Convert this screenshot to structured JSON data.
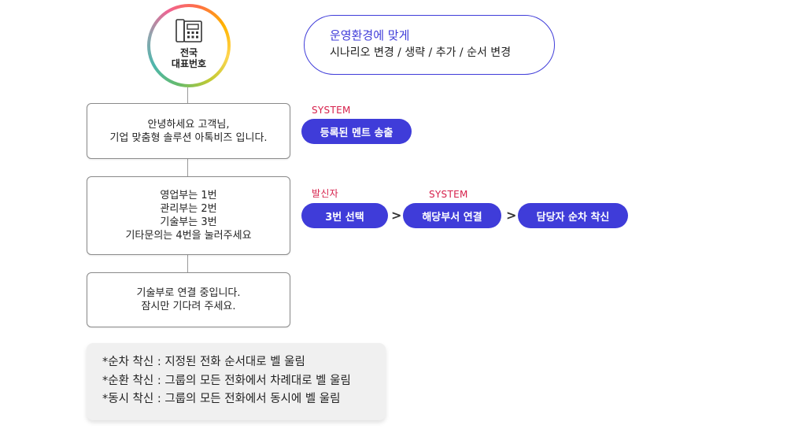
{
  "origin": {
    "label_line1": "전국",
    "label_line2": "대표번호",
    "icon": "phone-icon"
  },
  "note": {
    "line1": "운영환경에 맞게",
    "line2": "시나리오 변경 / 생략 / 추가 / 순서 변경"
  },
  "steps": [
    {
      "line1": "안녕하세요 고객님,",
      "line2": "기업 맞춤형 솔루션 아톡비즈 입니다."
    },
    {
      "line1": "영업부는 1번",
      "line2": "관리부는 2번",
      "line3": "기술부는 3번",
      "line4": "기타문의는 4번을 눌러주세요"
    },
    {
      "line1": "기술부로 연결 중입니다.",
      "line2": "잠시만 기다려 주세요."
    }
  ],
  "row1": {
    "tag": "SYSTEM",
    "chip": "등록된 멘트 송출"
  },
  "row2": {
    "tag_caller": "발신자",
    "tag_system": "SYSTEM",
    "chips": [
      "3번 선택",
      "해당부서 연결",
      "담당자 순차 착신"
    ],
    "arrow": ">"
  },
  "legend": [
    "*순차 착신 : 지정된 전화 순서대로 벨 울림",
    "*순환 착신 : 그룹의 모든 전화에서 차례대로  벨 울림",
    "*동시 착신 : 그룹의 모든 전화에서 동시에 벨 울림"
  ],
  "colors": {
    "accent": "#3f3cd9",
    "tag": "#d6204b",
    "legend_bg": "#f0f0f0"
  }
}
